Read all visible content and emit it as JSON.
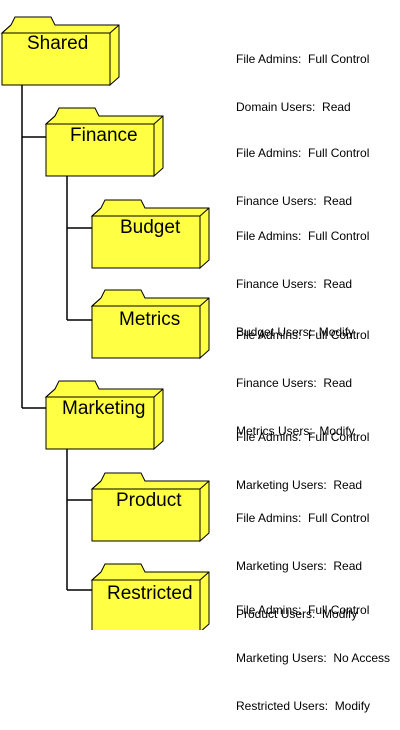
{
  "folders": [
    {
      "name": "Shared",
      "permissions": [
        "File Admins:  Full Control",
        "Domain Users:  Read"
      ]
    },
    {
      "name": "Finance",
      "permissions": [
        "File Admins:  Full Control",
        "Finance Users:  Read"
      ]
    },
    {
      "name": "Budget",
      "permissions": [
        "File Admins:  Full Control",
        "Finance Users:  Read",
        "Budget Users:  Modify"
      ]
    },
    {
      "name": "Metrics",
      "permissions": [
        "File Admins:  Full Control",
        "Finance Users:  Read",
        "Metrics Users:  Modify"
      ]
    },
    {
      "name": "Marketing",
      "permissions": [
        "File Admins:  Full Control",
        "Marketing Users:  Read"
      ]
    },
    {
      "name": "Product",
      "permissions": [
        "File Admins:  Full Control",
        "Marketing Users:  Read",
        "Product Users:  Modify"
      ]
    },
    {
      "name": "Restricted",
      "permissions": [
        "File Admins:  Full Control",
        "Marketing Users:  No Access",
        "Restricted Users:  Modify"
      ]
    }
  ],
  "colors": {
    "folder_fill": "#ffff44",
    "folder_stroke": "#000000"
  }
}
